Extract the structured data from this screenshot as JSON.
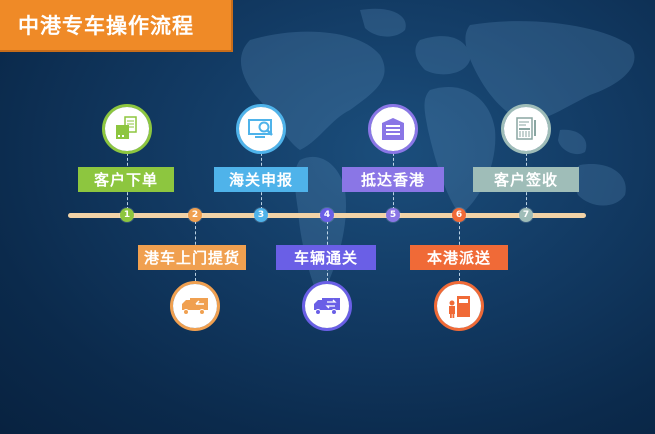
{
  "title": "中港专车操作流程",
  "colors": {
    "title_bg": "#ef8a27",
    "timeline": "#f2d3a7",
    "background": "#0f3459"
  },
  "steps": [
    {
      "number": "1",
      "label": "客户下单",
      "position": "top",
      "icon": "order-form-icon",
      "color": "#8dc63f"
    },
    {
      "number": "2",
      "label": "港车上门提货",
      "position": "bottom",
      "icon": "truck-pickup-icon",
      "color": "#f0a050"
    },
    {
      "number": "3",
      "label": "海关申报",
      "position": "top",
      "icon": "customs-monitor-icon",
      "color": "#4fb3ea"
    },
    {
      "number": "4",
      "label": "车辆通关",
      "position": "bottom",
      "icon": "truck-clearance-icon",
      "color": "#6a5fe6"
    },
    {
      "number": "5",
      "label": "抵达香港",
      "position": "top",
      "icon": "warehouse-icon",
      "color": "#8a76e6"
    },
    {
      "number": "6",
      "label": "本港派送",
      "position": "bottom",
      "icon": "delivery-person-icon",
      "color": "#f06a37"
    },
    {
      "number": "7",
      "label": "客户签收",
      "position": "top",
      "icon": "signed-document-icon",
      "color": "#9fbdb8"
    }
  ]
}
